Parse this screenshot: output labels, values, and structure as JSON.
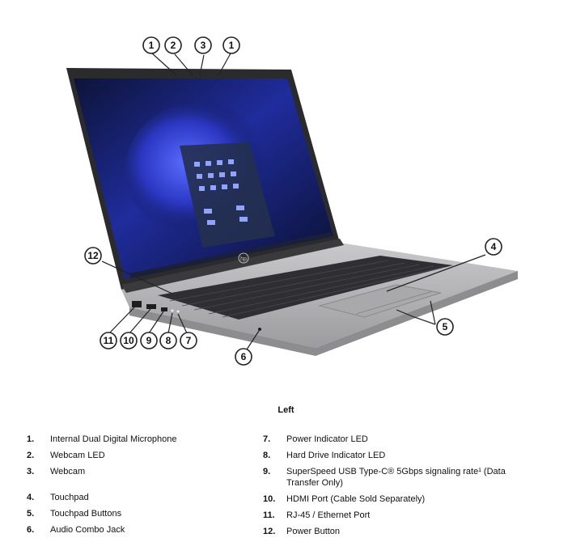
{
  "caption": "Left",
  "legend_left": [
    {
      "num": "1.",
      "text": "Internal Dual Digital Microphone"
    },
    {
      "num": "2.",
      "text": "Webcam LED"
    },
    {
      "num": "3.",
      "text": "Webcam"
    },
    {
      "num": "4.",
      "text": "Touchpad"
    },
    {
      "num": "5.",
      "text": "Touchpad Buttons"
    },
    {
      "num": "6.",
      "text": "Audio Combo Jack"
    }
  ],
  "legend_right": [
    {
      "num": "7.",
      "text": "Power Indicator LED"
    },
    {
      "num": "8.",
      "text": "Hard Drive Indicator LED"
    },
    {
      "num": "9.",
      "text": "SuperSpeed USB Type-C® 5Gbps signaling rate¹ (Data Transfer Only)"
    },
    {
      "num": "10.",
      "text": "HDMI Port (Cable Sold Separately)"
    },
    {
      "num": "11.",
      "text": "RJ-45 / Ethernet Port"
    },
    {
      "num": "12.",
      "text": "Power Button"
    }
  ],
  "callouts": {
    "c1a": "1",
    "c2": "2",
    "c3": "3",
    "c1b": "1",
    "c4": "4",
    "c5": "5",
    "c6": "6",
    "c7": "7",
    "c8": "8",
    "c9": "9",
    "c10": "10",
    "c11": "11",
    "c12": "12"
  },
  "logo_text": "hp",
  "colors": {
    "body_silver": "#b9b9bb",
    "screen_bezel": "#1c1c1e",
    "wallpaper_blue": "#2a34b8",
    "keyboard": "#3a3a3c"
  }
}
